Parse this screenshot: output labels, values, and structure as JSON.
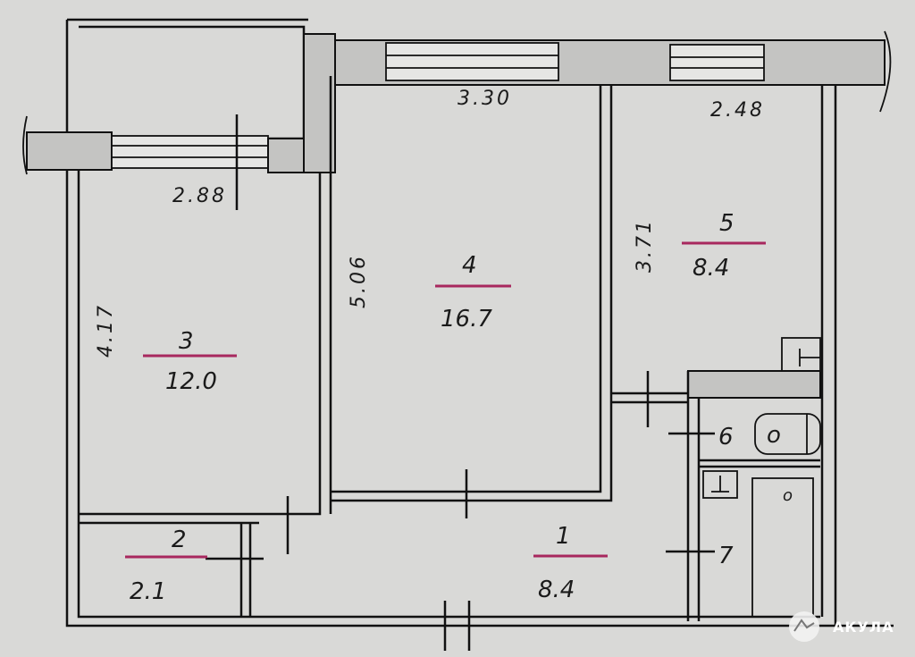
{
  "dimensions": {
    "balcony_width": "2.88",
    "room4_width": "3.30",
    "room5_width": "2.48",
    "room4_length": "5.06",
    "room3_length": "4.17",
    "room5_length": "3.71"
  },
  "rooms": [
    {
      "number": "1",
      "area": "8.4"
    },
    {
      "number": "2",
      "area": "2.1"
    },
    {
      "number": "3",
      "area": "12.0"
    },
    {
      "number": "4",
      "area": "16.7"
    },
    {
      "number": "5",
      "area": "8.4"
    },
    {
      "number": "6",
      "area": ""
    },
    {
      "number": "7",
      "area": ""
    }
  ],
  "fixtures": {
    "sink_mark": "o",
    "bath_mark": "o"
  },
  "watermark": {
    "text": "АКУЛА"
  },
  "colors": {
    "area_underline": "#a8285e",
    "wall_shade": "#c4c4c2"
  }
}
